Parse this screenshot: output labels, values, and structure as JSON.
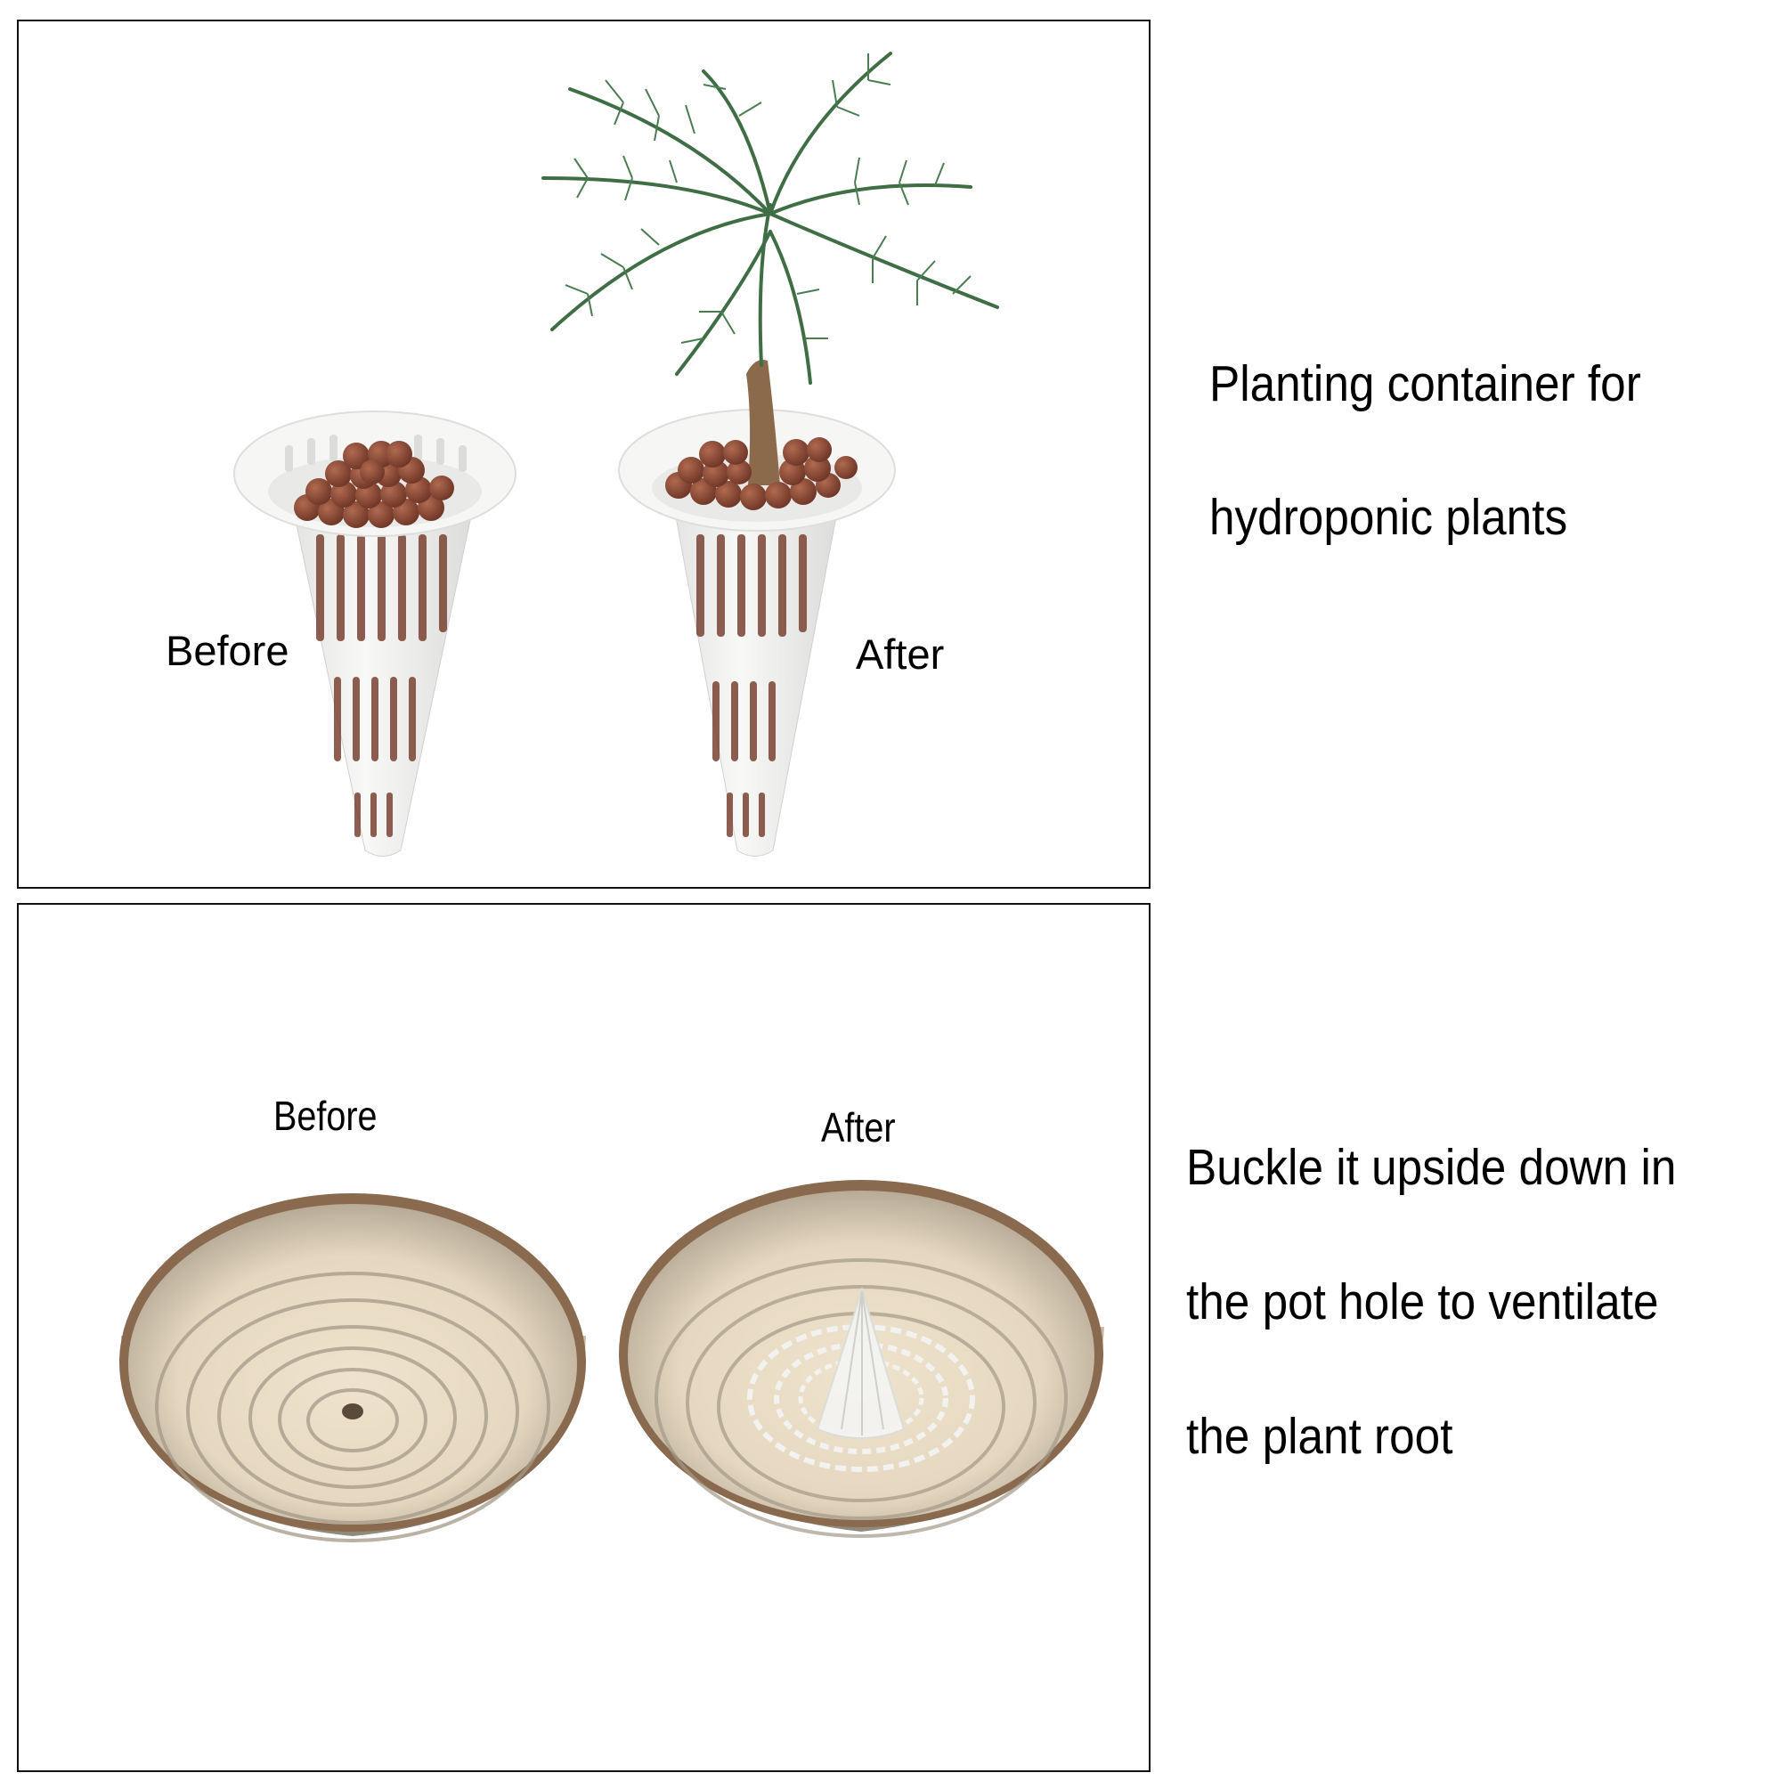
{
  "panels": [
    {
      "id": "top",
      "image_description": "Hydroponic cone basket before and after planting, filled with clay pebbles",
      "labels": {
        "before": "Before",
        "after": "After"
      },
      "caption_lines": [
        "Planting container for",
        "hydroponic plants"
      ]
    },
    {
      "id": "bottom",
      "image_description": "Ceramic pot saucer before and after inserting the basket upside down over the drain hole",
      "labels": {
        "before": "Before",
        "after": "After"
      },
      "caption_lines": [
        "Buckle it upside down in",
        "the pot hole to ventilate",
        "the plant root"
      ]
    }
  ],
  "colors": {
    "frame_border": "#111111",
    "basket_white": "#f3f3f1",
    "clay_pebble": "#8a4a35",
    "foliage": "#3f6e45",
    "trunk": "#8a6a4a",
    "bowl_rim": "#8a6a4e",
    "bowl_inner": "#e9dcc6",
    "bowl_ring": "#a39a88"
  }
}
